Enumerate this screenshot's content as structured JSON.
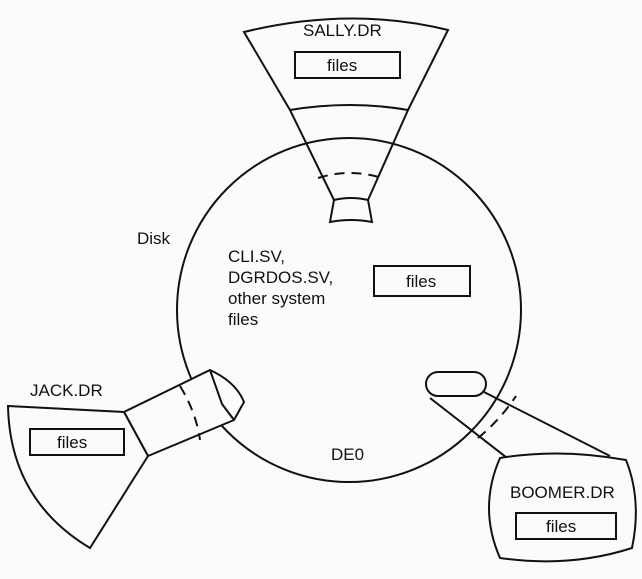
{
  "disk": {
    "label": "Disk",
    "drive_name": "DE0",
    "system_files": [
      "CLI.SV,",
      "DGRDOS.SV,",
      "other system",
      "files"
    ],
    "files_label": "files"
  },
  "directories": [
    {
      "name": "SALLY.DR",
      "files_label": "files"
    },
    {
      "name": "JACK.DR",
      "files_label": "files"
    },
    {
      "name": "BOOMER.DR",
      "files_label": "files"
    }
  ]
}
